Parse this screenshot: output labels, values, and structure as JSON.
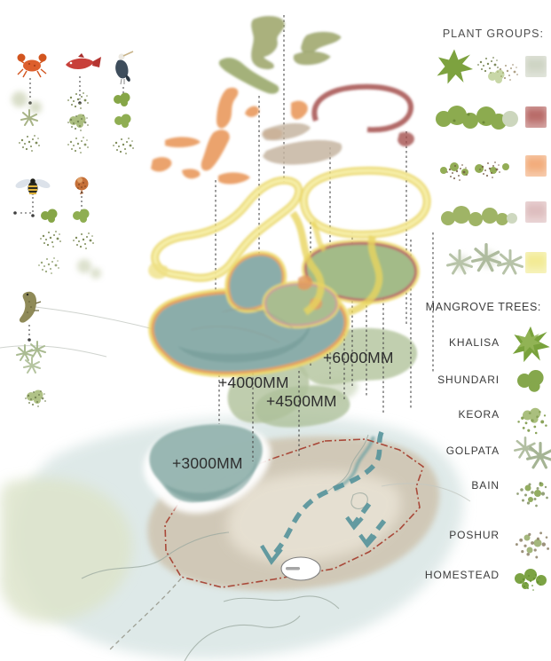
{
  "legend_plant_groups": {
    "title": "PLANT GROUPS:",
    "rows": [
      {
        "icon": "sparse-spiky-plant-group",
        "swatch": "#ccd2c1"
      },
      {
        "icon": "dense-canopy-plant-group",
        "swatch": "#b4605d"
      },
      {
        "icon": "scattered-scrub-plant-group",
        "swatch": "#f2a772"
      },
      {
        "icon": "round-canopy-plant-group",
        "swatch": "#dcb9ba"
      },
      {
        "icon": "feathery-palm-plant-group",
        "swatch": "#f2ea8d"
      }
    ]
  },
  "legend_mangrove_trees": {
    "title": "MANGROVE TREES:",
    "items": [
      "KHALISA",
      "SHUNDARI",
      "KEORA",
      "GOLPATA",
      "BAIN",
      "POSHUR",
      "HOMESTEAD"
    ]
  },
  "elevation_labels": [
    {
      "text": "+6000MM"
    },
    {
      "text": "+4000MM"
    },
    {
      "text": "+4500MM"
    },
    {
      "text": "+3000MM"
    }
  ],
  "fauna_icons": [
    "crab-icon",
    "fish-icon",
    "bird-icon",
    "bee-icon",
    "beehive-icon",
    "mudskipper-icon"
  ],
  "colors": {
    "yellow_band": "#e9d55e",
    "orange_fragment": "#e99a5c",
    "maroon_ring": "#a4504e",
    "beige_fragment": "#c6b6a2",
    "plan_water_teal": "#8badaa",
    "plan_green": "#a3bb88",
    "terrain_green": "#b5c5a0",
    "level_3000_teal": "#8fb0ab",
    "island_beige": "#cdc1ab",
    "boundary_red": "#a43b2b",
    "flow_arrow_teal": "#55939b"
  }
}
